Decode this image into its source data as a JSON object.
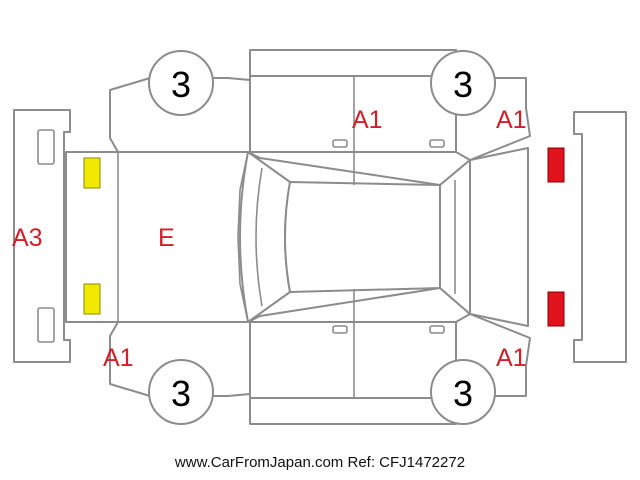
{
  "colors": {
    "outline": "#8c8c8c",
    "damage_code": "#d0202a",
    "headlight_fill": "#f2e900",
    "taillight_fill": "#e0121b"
  },
  "tires": {
    "front_left": "3",
    "rear_left": "3",
    "front_right": "3",
    "rear_right": "3"
  },
  "damage_codes": {
    "front_bumper": "A3",
    "hood": "E",
    "front_right_fender": "A1",
    "right_doors": "A1",
    "rear_right_quarter": "A1",
    "rear_left_quarter": "A1"
  },
  "footer": {
    "website": "www.CarFromJapan.com",
    "ref": "Ref: CFJ1472272"
  }
}
